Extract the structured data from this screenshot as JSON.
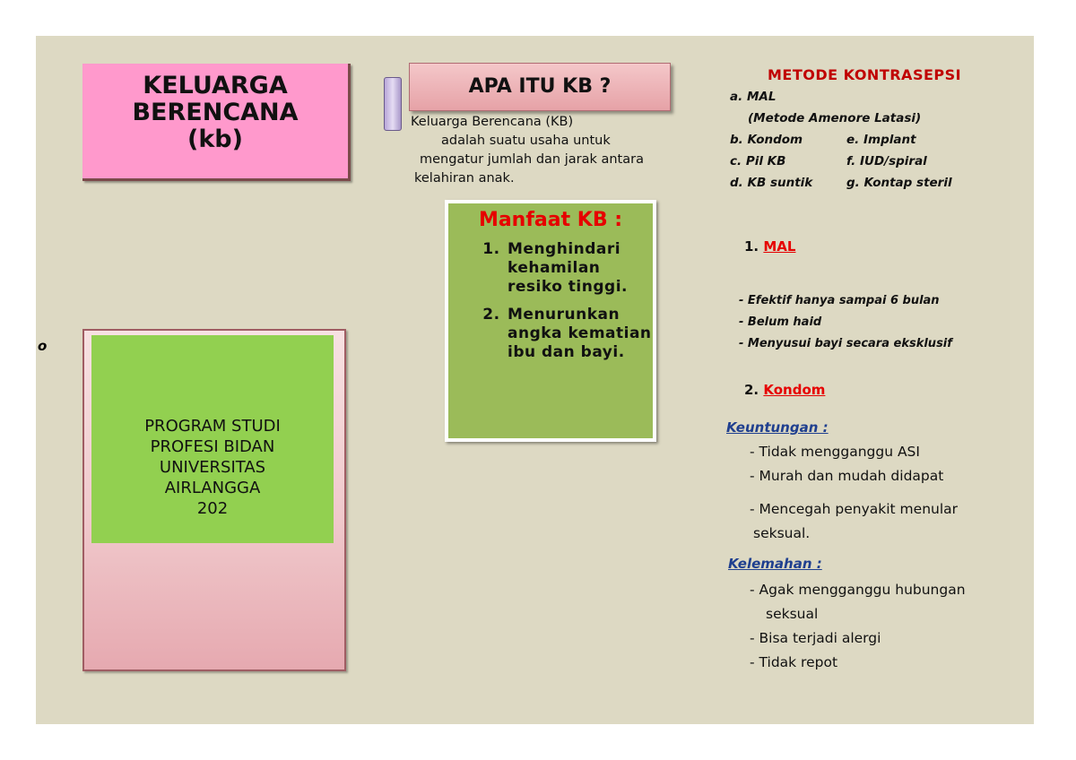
{
  "title_box": {
    "line1": "KELUARGA",
    "line2": "BERENCANA",
    "line3": "(kb)"
  },
  "stray_mark": "o",
  "program_box": {
    "line1": "PROGRAM STUDI",
    "line2": "PROFESI BIDAN",
    "line3": "UNIVERSITAS",
    "line4": "AIRLANGGA",
    "line5": "202"
  },
  "apa_itu": {
    "heading": "APA ITU KB ?",
    "lines": [
      "Keluarga Berencana (KB)",
      "adalah suatu usaha untuk",
      "mengatur jumlah dan jarak antara",
      "kelahiran anak."
    ]
  },
  "manfaat": {
    "heading": "Manfaat KB :",
    "items": [
      "Menghindari kehamilan resiko tinggi.",
      "Menurunkan angka kematian ibu dan bayi."
    ]
  },
  "metode": {
    "heading": "METODE KONTRASEPSI",
    "a": "a.  MAL",
    "a_sub": "(Metode Amenore Latasi)",
    "b": "b.  Kondom",
    "e": "e.  Implant",
    "c": "c.  Pil KB",
    "f": "f.  IUD/spiral",
    "d": "d.  KB suntik",
    "g": "g.  Kontap steril"
  },
  "mal": {
    "number": "1.",
    "label": "MAL",
    "points": [
      "-  Efektif hanya sampai 6 bulan",
      "-  Belum haid",
      "-  Menyusui bayi secara eksklusif"
    ]
  },
  "kondom": {
    "number": "2.",
    "label": "Kondom",
    "keuntungan_heading": "Keuntungan :",
    "keuntungan": [
      "-  Tidak mengganggu ASI",
      "-  Murah dan mudah didapat",
      "-  Mencegah penyakit menular",
      "seksual."
    ],
    "kelemahan_heading": "Kelemahan :",
    "kelemahan": [
      "-  Agak mengganggu hubungan",
      "seksual",
      "-  Bisa terjadi alergi",
      "-  Tidak repot"
    ]
  },
  "colors": {
    "page_bg": "#ddd9c3",
    "title_pink": "#ff99cc",
    "green_box": "#92d050",
    "manfaat_green": "#9bbb59",
    "red_heading": "#c00000",
    "blue_heading": "#1f3f8f"
  }
}
